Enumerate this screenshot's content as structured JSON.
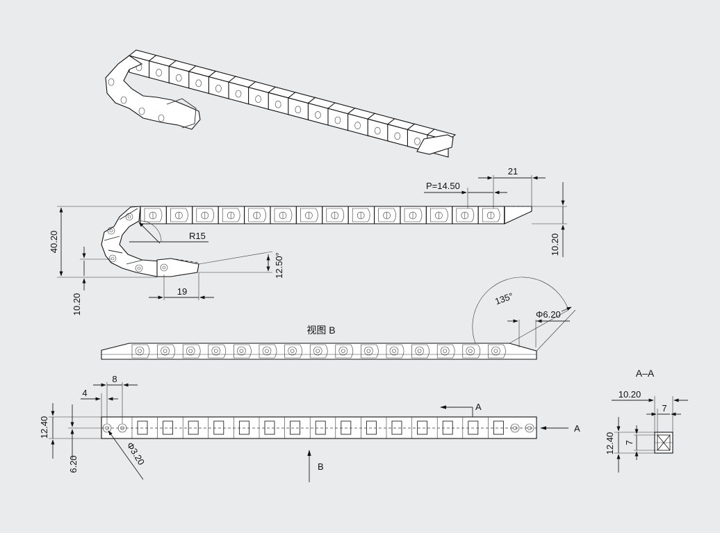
{
  "drawing": {
    "background": "#e9ebed",
    "line_color": "#111111",
    "side_view": {
      "pitch": "P=14.50",
      "end_length": "21",
      "height": "40.20",
      "radius": "R15",
      "end_height": "10.20",
      "angle": "12.50°",
      "bottom_height": "10.20",
      "bracket_length": "19"
    },
    "view_b": {
      "title": "视图 B",
      "angle": "135°",
      "hole": "Φ6.20"
    },
    "top_view": {
      "width": "12.40",
      "offset": "6.20",
      "hole_spacing": "8",
      "hole_offset": "4",
      "hole": "Φ3.20",
      "section_arrow_top": "A",
      "section_arrow_right": "A",
      "view_arrow": "B"
    },
    "section_aa": {
      "title": "A–A",
      "outer_width": "10.20",
      "inner_width": "7",
      "outer_height": "12.40",
      "inner_height": "7"
    }
  }
}
